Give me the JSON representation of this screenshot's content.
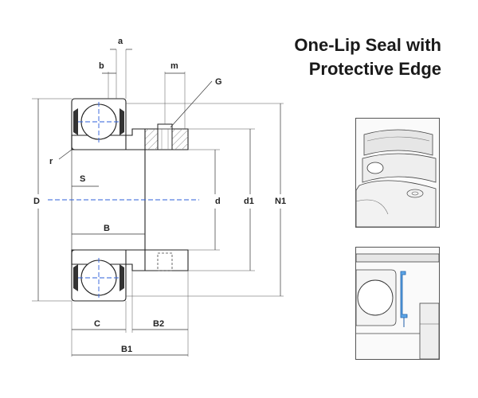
{
  "title": {
    "line1": "One-Lip Seal with",
    "line2": "Protective Edge"
  },
  "labels": {
    "a": "a",
    "b": "b",
    "m": "m",
    "G": "G",
    "r": "r",
    "D": "D",
    "S": "S",
    "d": "d",
    "d1": "d1",
    "N1": "N1",
    "B": "B",
    "C": "C",
    "B2": "B2",
    "B1": "B1"
  },
  "colors": {
    "outline": "#222222",
    "hatch": "#888888",
    "centerline": "#2e5fd9",
    "seal": "#2a7fd0"
  }
}
